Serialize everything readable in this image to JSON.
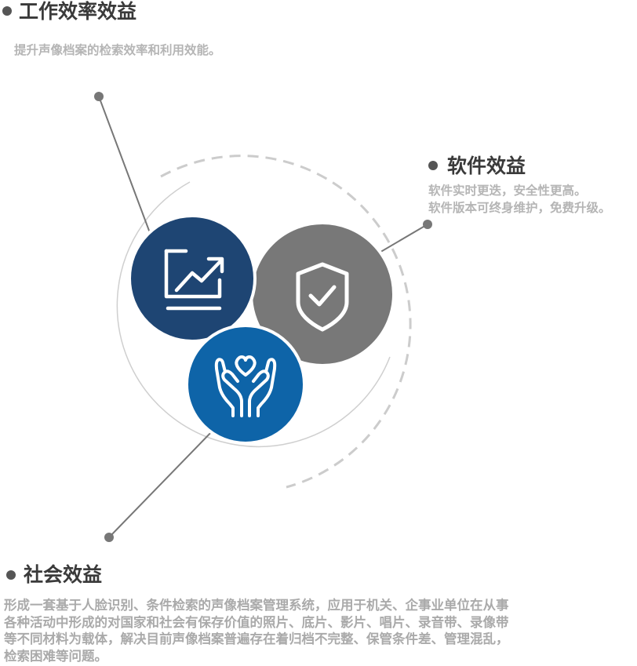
{
  "work": {
    "title": "工作效率效益",
    "desc": "提升声像档案的检索效率和利用效能。"
  },
  "software": {
    "title": "软件效益",
    "lines": [
      "软件实时更迭，安全性更高。",
      "软件版本可终身维护，免费升级。"
    ]
  },
  "social": {
    "title": "社会效益",
    "lines": [
      "形成一套基于人脸识别、条件检索的声像档案管理系统，应用于机关、企事业单位在从事",
      "各种活动中形成的对国家和社会有保存价值的照片、底片、影片、唱片、录音带、录像带",
      "等不同材料为载体，解决目前声像档案普遍存在着归档不完整、保管条件差、管理混乱，",
      "检索困难等问题。"
    ]
  },
  "icons": {
    "efficiency": "growth-chart-icon",
    "security": "shield-check-icon",
    "social": "hands-heart-icon"
  },
  "colors": {
    "navy": "#1e4573",
    "gray": "#787878",
    "blue": "#0e64a8",
    "text_heading": "#3a3a3a",
    "text_desc": "#b5b5b5"
  }
}
